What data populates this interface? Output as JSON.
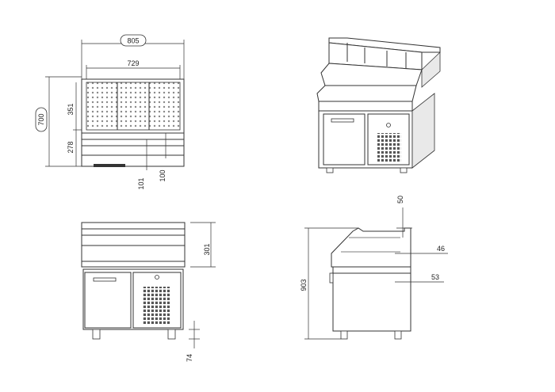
{
  "views": {
    "top_left": {
      "width_overall": "805",
      "width_inner": "729",
      "height_total": "700",
      "height_upper": "351",
      "height_lower": "278",
      "dim_a": "101",
      "dim_b": "100"
    },
    "bottom_left": {
      "height_upper": "301",
      "leg_height": "74"
    },
    "bottom_right": {
      "height_total": "903",
      "dim_top": "50",
      "dim_mid": "46",
      "dim_low": "53"
    }
  }
}
